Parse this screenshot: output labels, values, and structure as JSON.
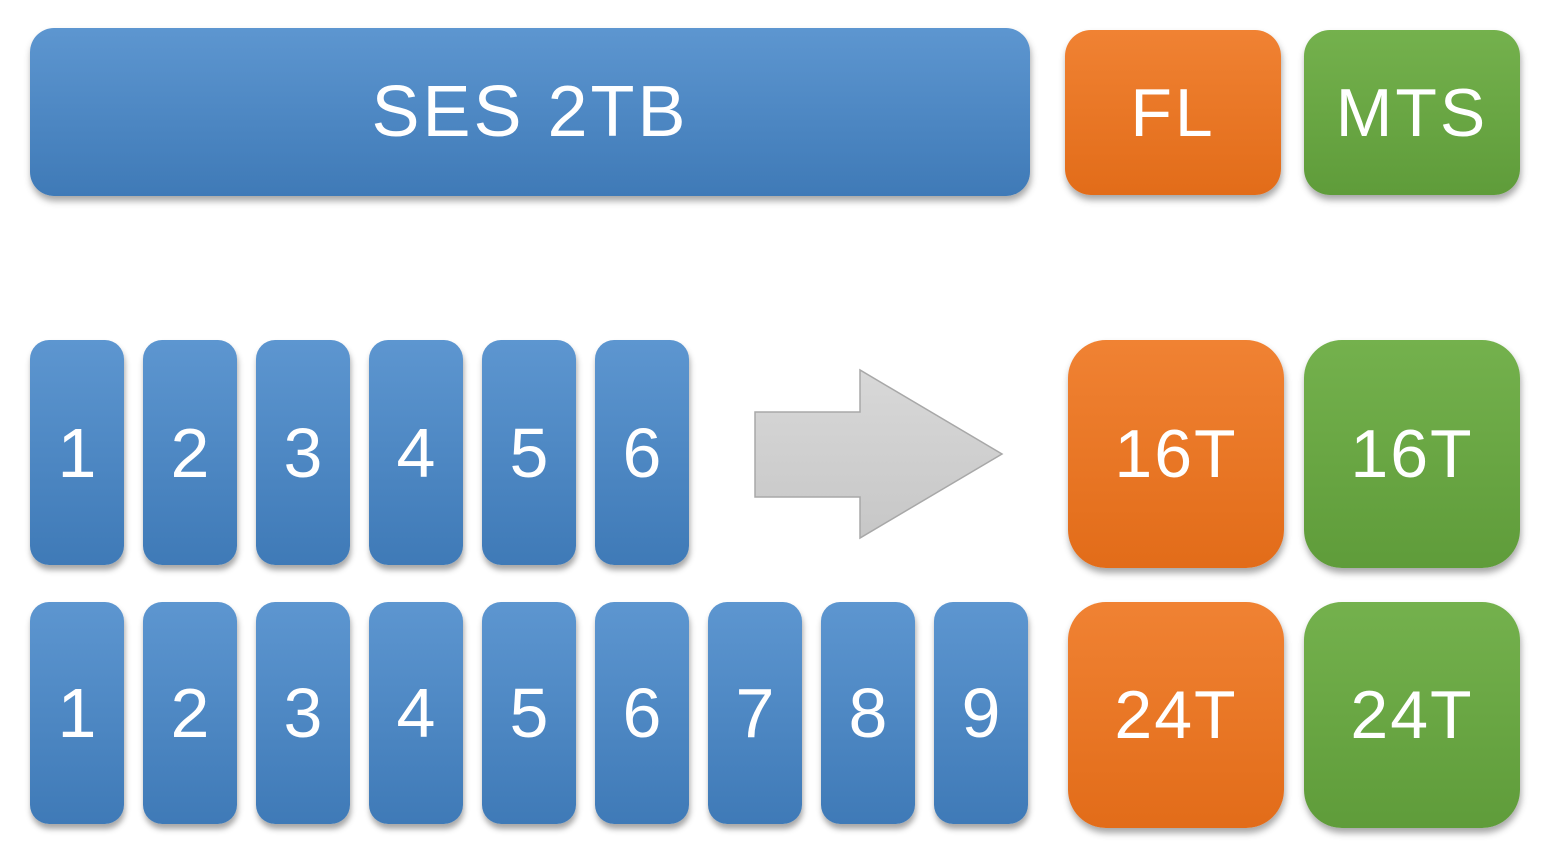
{
  "header": {
    "ses_label": "SES 2TB",
    "fl_label": "FL",
    "mts_label": "MTS"
  },
  "row1": {
    "bars": [
      "1",
      "2",
      "3",
      "4",
      "5",
      "6"
    ],
    "orange_label": "16T",
    "green_label": "16T"
  },
  "row2": {
    "bars": [
      "1",
      "2",
      "3",
      "4",
      "5",
      "6",
      "7",
      "8",
      "9"
    ],
    "orange_label": "24T",
    "green_label": "24T"
  },
  "icons": {
    "arrow": "right-block-arrow"
  },
  "colors": {
    "blue_top": "#5d96d0",
    "blue_bottom": "#3f7ab7",
    "orange_top": "#f08233",
    "orange_bottom": "#e26c19",
    "green_top": "#74b14d",
    "green_bottom": "#5f9c3a",
    "arrow_fill_top": "#d8d8d8",
    "arrow_fill_bottom": "#c7c7c7",
    "arrow_border": "#a8a8a8",
    "text": "#ffffff"
  }
}
